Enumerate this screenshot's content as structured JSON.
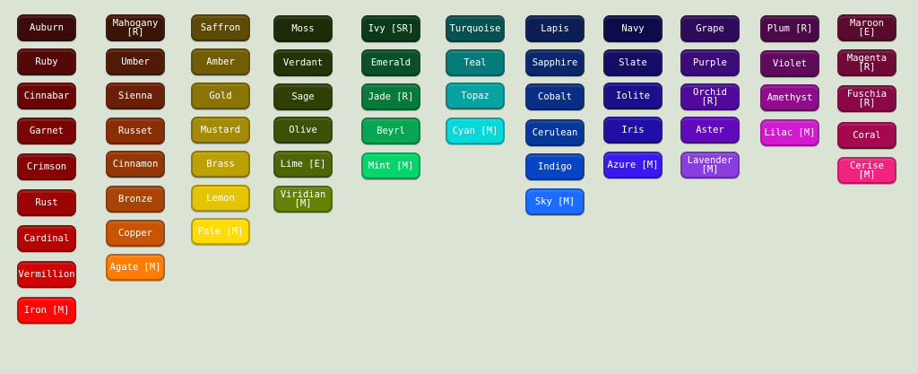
{
  "columns": [
    {
      "id": "red",
      "items": [
        {
          "label": "Auburn",
          "color": "#3d0a0a"
        },
        {
          "label": "Ruby",
          "color": "#540808"
        },
        {
          "label": "Cinnabar",
          "color": "#6b0505"
        },
        {
          "label": "Garnet",
          "color": "#7a0505"
        },
        {
          "label": "Crimson",
          "color": "#870404"
        },
        {
          "label": "Rust",
          "color": "#9c0404"
        },
        {
          "label": "Cardinal",
          "color": "#b50404"
        },
        {
          "label": "Vermillion",
          "color": "#cf0303"
        },
        {
          "label": "Iron [M]",
          "color": "#ff0606"
        }
      ]
    },
    {
      "id": "brown",
      "items": [
        {
          "label": "Mahogany\n[R]",
          "color": "#3b1406"
        },
        {
          "label": "Umber",
          "color": "#511a06"
        },
        {
          "label": "Sienna",
          "color": "#6b1f06"
        },
        {
          "label": "Russet",
          "color": "#8a2e06"
        },
        {
          "label": "Cinnamon",
          "color": "#943706"
        },
        {
          "label": "Bronze",
          "color": "#a84506"
        },
        {
          "label": "Copper",
          "color": "#c95406"
        },
        {
          "label": "Agate [M]",
          "color": "#ff7d06"
        }
      ]
    },
    {
      "id": "yellow",
      "items": [
        {
          "label": "Saffron",
          "color": "#5c4a06"
        },
        {
          "label": "Amber",
          "color": "#715d06"
        },
        {
          "label": "Gold",
          "color": "#8a7406"
        },
        {
          "label": "Mustard",
          "color": "#a48b06"
        },
        {
          "label": "Brass",
          "color": "#bba006"
        },
        {
          "label": "Lemon",
          "color": "#e5c406"
        },
        {
          "label": "Pale [M]",
          "color": "#ffdc06"
        }
      ]
    },
    {
      "id": "olive",
      "items": [
        {
          "label": "Moss",
          "color": "#1d2c06"
        },
        {
          "label": "Verdant",
          "color": "#233406"
        },
        {
          "label": "Sage",
          "color": "#2e4006"
        },
        {
          "label": "Olive",
          "color": "#3b5206"
        },
        {
          "label": "Lime [E]",
          "color": "#4d6606"
        },
        {
          "label": "Viridian\n[M]",
          "color": "#628208"
        }
      ]
    },
    {
      "id": "green",
      "items": [
        {
          "label": "Ivy [SR]",
          "color": "#0a3a18"
        },
        {
          "label": "Emerald",
          "color": "#07502a"
        },
        {
          "label": "Jade [R]",
          "color": "#077a3b"
        },
        {
          "label": "Beyrl",
          "color": "#08a552"
        },
        {
          "label": "Mint [M]",
          "color": "#06d56b"
        }
      ]
    },
    {
      "id": "teal",
      "items": [
        {
          "label": "Turquoise",
          "color": "#075151"
        },
        {
          "label": "Teal",
          "color": "#077a7a"
        },
        {
          "label": "Topaz",
          "color": "#08a2a2"
        },
        {
          "label": "Cyan [M]",
          "color": "#06d9d9"
        }
      ]
    },
    {
      "id": "blue",
      "items": [
        {
          "label": "Lapis",
          "color": "#0b1f55"
        },
        {
          "label": "Sapphire",
          "color": "#0b266b"
        },
        {
          "label": "Cobalt",
          "color": "#0a2d85"
        },
        {
          "label": "Cerulean",
          "color": "#08379c"
        },
        {
          "label": "Indigo",
          "color": "#0845c4"
        },
        {
          "label": "Sky [M]",
          "color": "#1b6dff"
        }
      ]
    },
    {
      "id": "navy",
      "items": [
        {
          "label": "Navy",
          "color": "#0d0b4a"
        },
        {
          "label": "Slate",
          "color": "#140d66"
        },
        {
          "label": "Iolite",
          "color": "#1a108a"
        },
        {
          "label": "Iris",
          "color": "#200fa5"
        },
        {
          "label": "Azure [M]",
          "color": "#3c18f0"
        }
      ]
    },
    {
      "id": "purple",
      "items": [
        {
          "label": "Grape",
          "color": "#2d0a5a"
        },
        {
          "label": "Purple",
          "color": "#3c0b7a"
        },
        {
          "label": "Orchid\n[R]",
          "color": "#4f0a9d"
        },
        {
          "label": "Aster",
          "color": "#6309bd"
        },
        {
          "label": "Lavender\n[M]",
          "color": "#8a3ee0"
        }
      ]
    },
    {
      "id": "plum",
      "items": [
        {
          "label": "Plum [R]",
          "color": "#4a0a45"
        },
        {
          "label": "Violet",
          "color": "#600a5c"
        },
        {
          "label": "Amethyst",
          "color": "#900c8c"
        },
        {
          "label": "Lilac [M]",
          "color": "#d41ad0"
        }
      ]
    },
    {
      "id": "magenta",
      "items": [
        {
          "label": "Maroon\n[E]",
          "color": "#5a0a2c"
        },
        {
          "label": "Magenta\n[R]",
          "color": "#700936"
        },
        {
          "label": "Fuschia\n[R]",
          "color": "#8a0845"
        },
        {
          "label": "Coral",
          "color": "#a6074f"
        },
        {
          "label": "Cerise\n[M]",
          "color": "#f0237f"
        }
      ]
    }
  ]
}
